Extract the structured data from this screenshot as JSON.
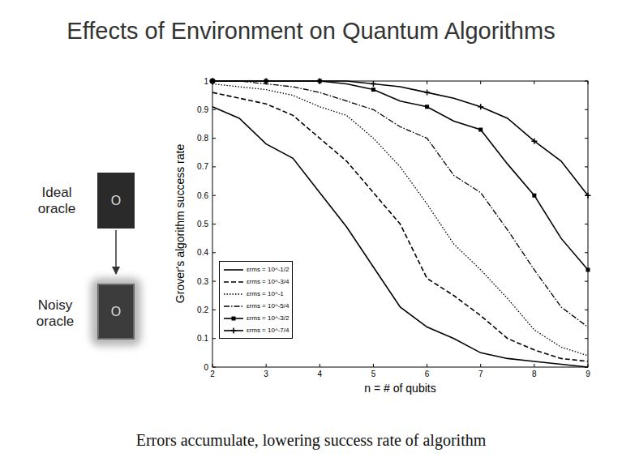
{
  "diagram": {
    "title": "Effects of Environment on Quantum Algorithms",
    "caption": "Errors accumulate, lowering success rate of algorithm",
    "nodes": [
      {
        "text": [
          "Ideal oracle",
          "O"
        ]
      },
      {
        "text": [
          "Noisy oracle",
          "O"
        ]
      }
    ],
    "edges": [
      {
        "from": 0,
        "to": 1,
        "arrow": "to"
      }
    ],
    "labels": [
      "Grover's algorithm success rate",
      "n = # of qubits",
      "0",
      "0.1",
      "0.2",
      "0.3",
      "0.4",
      "0.5",
      "0.6",
      "0.7",
      "0.8",
      "0.9",
      "1",
      "2",
      "3",
      "4",
      "5",
      "6",
      "7",
      "8",
      "9"
    ],
    "legend": [
      {
        "text": "εrms = 10^-1/2"
      },
      {
        "text": "εrms = 10^-3/4"
      },
      {
        "text": "εrms = 10^-1"
      },
      {
        "text": "εrms = 10^-5/4"
      },
      {
        "text": "εrms = 10^-3/2"
      },
      {
        "text": "εrms = 10^-7/4"
      }
    ]
  }
}
